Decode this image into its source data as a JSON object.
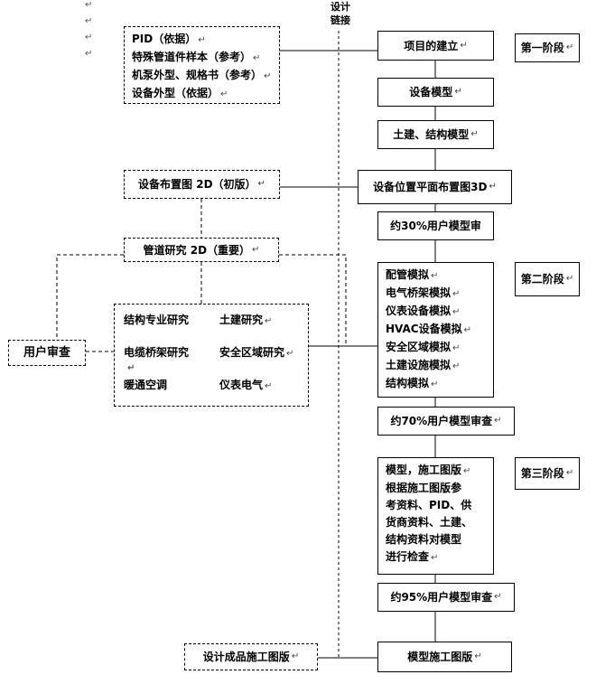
{
  "top_label": [
    "设计",
    "链接"
  ],
  "left_marks": [
    "↵",
    "↵",
    "↵",
    "↵"
  ],
  "para_mark": "↵",
  "stages": [
    "第一阶段",
    "第二阶段",
    "第三阶段"
  ],
  "main_flow": [
    "项目的建立",
    "设备模型",
    "土建、结构模型",
    "设备位置平面布置图3D",
    "约30%用户模型审",
    "约70%用户模型审查",
    "约95%用户模型审查",
    "模型施工图版"
  ],
  "modeling_list": [
    "配管模拟",
    "电气桥架模拟",
    "仪表设备模拟",
    "HVAC设备模拟",
    "安全区域模拟",
    "土建设施模拟",
    "结构模拟"
  ],
  "check_text": [
    "模型，施工图版",
    "根据施工图版参",
    "考资料、PID、供",
    "货商资料、土建、",
    "结构资料对模型",
    "进行检查"
  ],
  "ref_docs": [
    "PID（依据）",
    "特殊管道件样本（参考）",
    "机泵外型、规格书（参考）",
    "设备外型（依据）"
  ],
  "layout_2d": "设备布置图 2D（初版）",
  "piping_study": "管道研究 2D（重要）",
  "study_grid": [
    [
      "结构专业研究",
      "土建研究"
    ],
    [
      "电缆桥架研究",
      "安全区域研究"
    ],
    [
      "暖通空调",
      "仪表电气"
    ]
  ],
  "user_review": "用户审查",
  "final_drawing": "设计成品施工图版"
}
